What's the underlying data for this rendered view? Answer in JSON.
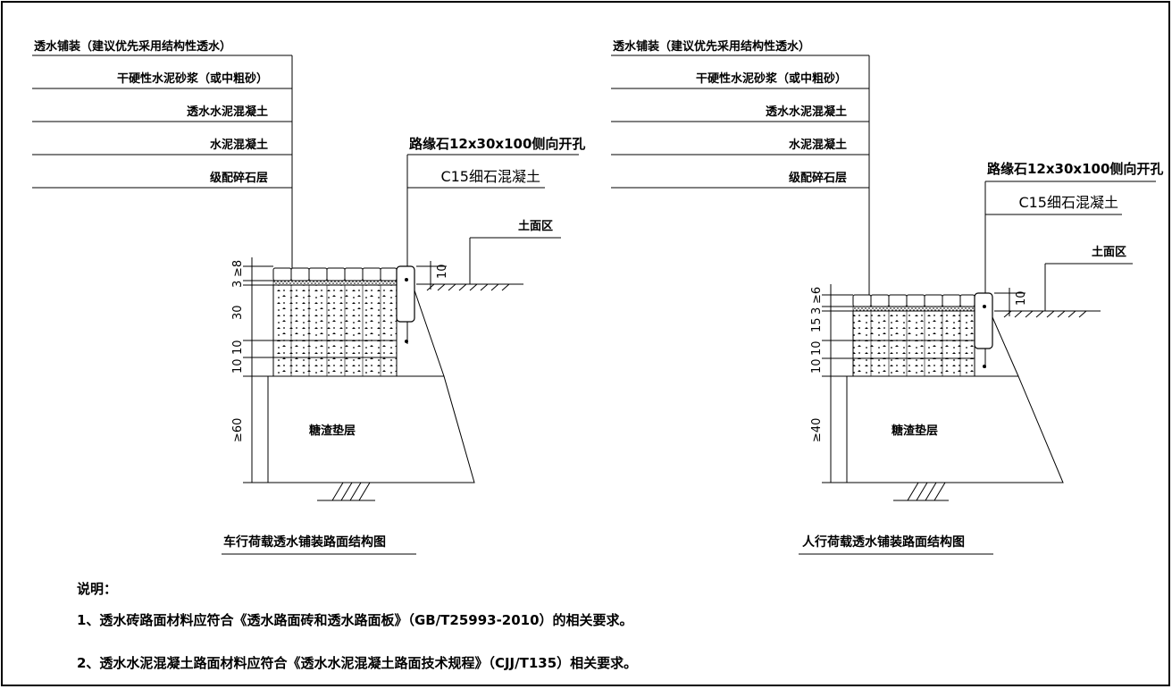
{
  "left": {
    "layers": [
      "透水铺装（建议优先采用结构性透水）",
      "干硬性水泥砂浆（或中粗砂）",
      "透水水泥混凝土",
      "水泥混凝土",
      "级配碎石层"
    ],
    "curb": "路缘石12x30x100侧向开孔",
    "curb_base": "C15细石混凝土",
    "soil": "土面区",
    "cushion": "糖渣垫层",
    "caption": "车行荷载透水铺装路面结构图",
    "dims": [
      "3",
      "≥8",
      "30",
      "10",
      "10",
      "10",
      "≥60"
    ],
    "curb_dim": "10"
  },
  "right": {
    "layers": [
      "透水铺装（建议优先采用结构性透水）",
      "干硬性水泥砂浆（或中粗砂）",
      "透水水泥混凝土",
      "水泥混凝土",
      "级配碎石层"
    ],
    "curb": "路缘石12x30x100侧向开孔",
    "curb_base": "C15细石混凝土",
    "soil": "土面区",
    "cushion": "糖渣垫层",
    "caption": "人行荷载透水铺装路面结构图",
    "dims": [
      "3",
      "≥6",
      "15",
      "10",
      "10",
      "≥40"
    ],
    "curb_dim": "10"
  },
  "notes": {
    "title": "说明：",
    "items": [
      "1、透水砖路面材料应符合《透水路面砖和透水路面板》（GB/T25993-2010）的相关要求。",
      "2、透水水泥混凝土路面材料应符合《透水水泥混凝土路面技术规程》（CJJ/T135）相关要求。"
    ]
  }
}
